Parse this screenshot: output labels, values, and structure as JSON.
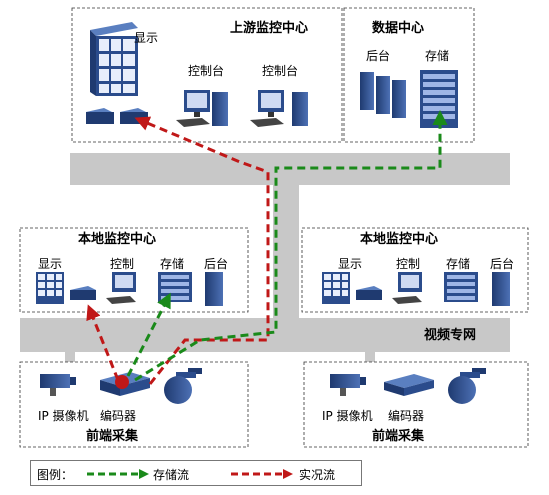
{
  "colors": {
    "backbone": "#c8c8c8",
    "storage_flow": "#1a8a1a",
    "live_flow": "#c01818",
    "device_blue": "#2b4c8c",
    "device_light": "#5a7fc0"
  },
  "upstream": {
    "title": "上游监控中心",
    "display_label": "显示",
    "console_label_1": "控制台",
    "console_label_2": "控制台"
  },
  "datacenter": {
    "title": "数据中心",
    "backend_label": "后台",
    "storage_label": "存储"
  },
  "local_left": {
    "title": "本地监控中心",
    "display_label": "显示",
    "control_label": "控制",
    "storage_label": "存储",
    "backend_label": "后台"
  },
  "local_right": {
    "title": "本地监控中心",
    "display_label": "显示",
    "control_label": "控制",
    "storage_label": "存储",
    "backend_label": "后台"
  },
  "network_label": "视频专网",
  "front_left": {
    "title": "前端采集",
    "camera_label": "IP 摄像机",
    "encoder_label": "编码器"
  },
  "front_right": {
    "title": "前端采集",
    "camera_label": "IP 摄像机",
    "encoder_label": "编码器"
  },
  "legend": {
    "prefix": "图例：",
    "storage_flow_label": "存储流",
    "live_flow_label": "实况流"
  }
}
